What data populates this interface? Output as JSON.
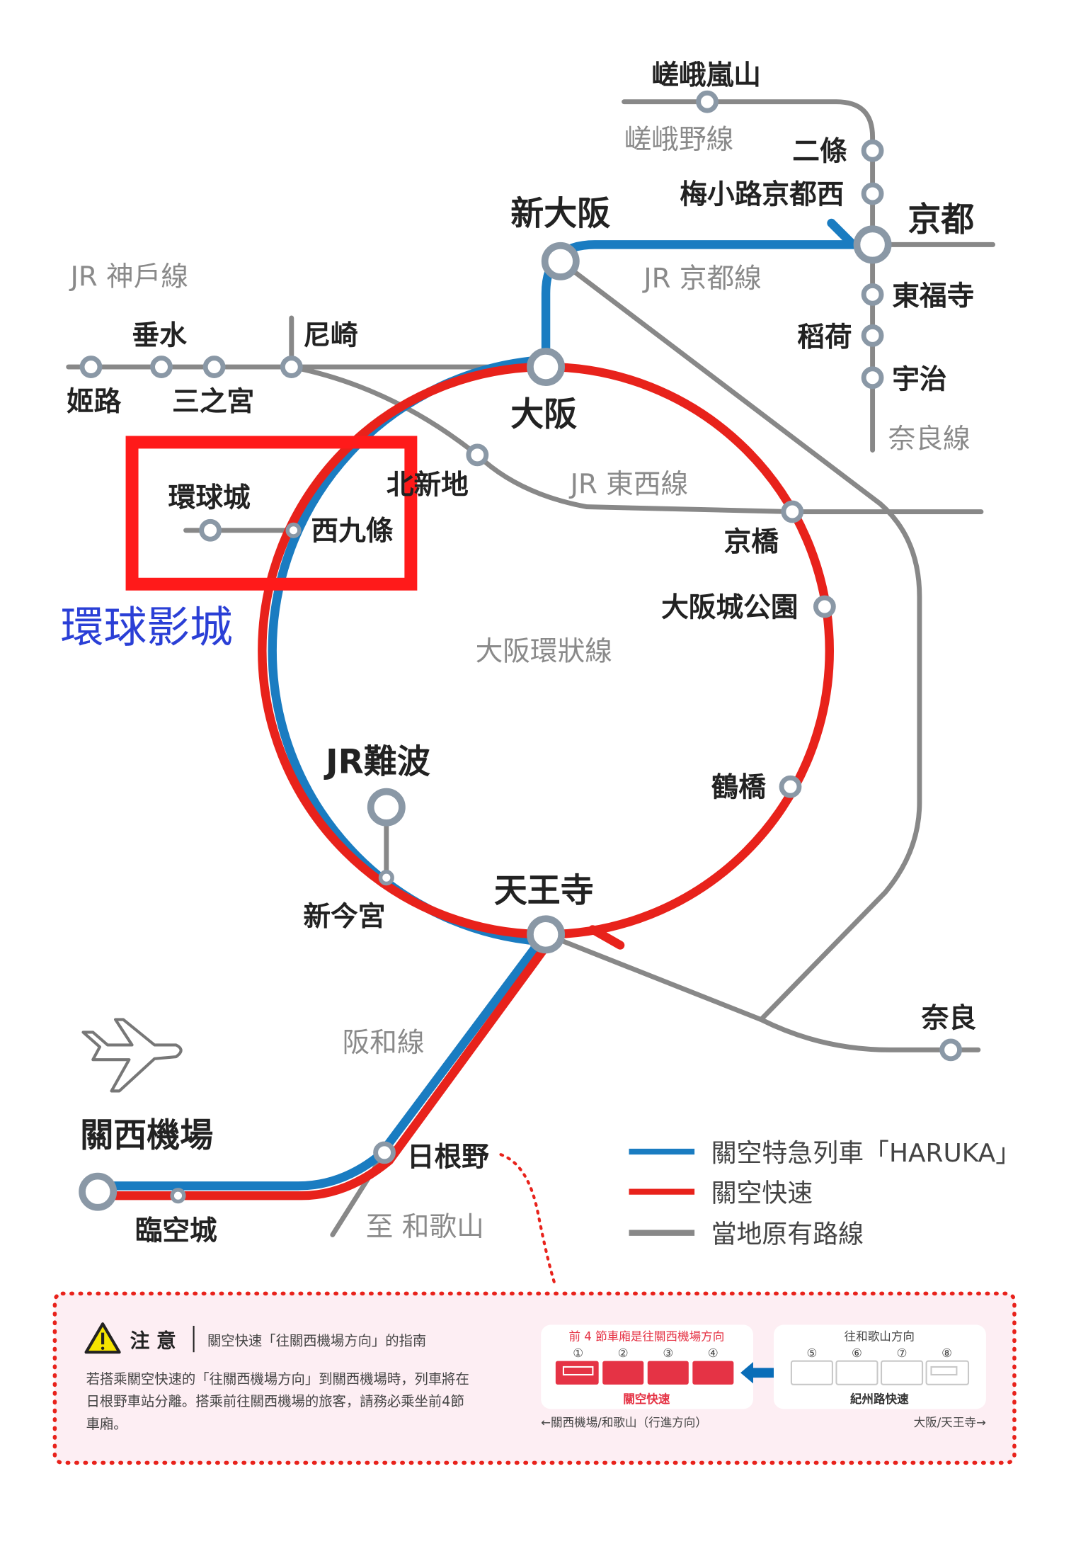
{
  "colors": {
    "haruka": "#1a7cc1",
    "kanku": "#e8221b",
    "local": "#888888",
    "highlight": "#ff1a1a",
    "usj_text": "#2a3fd6",
    "notice_bg": "#fdeef3",
    "car_red": "#e53345"
  },
  "lines": {
    "sagano": "嵯峨野線",
    "kyoto": "JR 京都線",
    "kobe": "JR 神戶線",
    "tozai": "JR 東西線",
    "loop": "大阪環狀線",
    "nara": "奈良線",
    "hanwa": "阪和線",
    "to_wakayama": "至 和歌山"
  },
  "stations": {
    "saga_arashiyama": "嵯峨嵐山",
    "nijo": "二條",
    "umekoji": "梅小路京都西",
    "kyoto": "京都",
    "shin_osaka": "新大阪",
    "tofukuji": "東福寺",
    "inari": "稻荷",
    "uji": "宇治",
    "tarumi": "垂水",
    "amagasaki": "尼崎",
    "himeji": "姬路",
    "sannomiya": "三之宮",
    "osaka": "大阪",
    "kitashinchi": "北新地",
    "universal_city": "環球城",
    "nishikujo": "西九條",
    "kyobashi": "京橋",
    "osakajokoen": "大阪城公園",
    "jr_namba": "JR難波",
    "tsuruhashi": "鶴橋",
    "shin_imamiya": "新今宮",
    "tennoji": "天王寺",
    "nara": "奈良",
    "kansai_airport": "關西機場",
    "hineno": "日根野",
    "rinku_town": "臨空城"
  },
  "annotation": {
    "usj": "環球影城"
  },
  "legend": [
    {
      "label": "關空特急列車「HARUKA」",
      "color": "#1a7cc1"
    },
    {
      "label": "關空快速",
      "color": "#e8221b"
    },
    {
      "label": "當地原有路線",
      "color": "#888888"
    }
  ],
  "notice": {
    "title": "注 意",
    "subtitle": "關空快速「往關西機場方向」的指南",
    "body_lines": [
      "若搭乘關空快速的「往關西機場方向」到關西機場時，列車將在",
      "日根野車站分離。搭乘前往關西機場的旅客，請務必乘坐前4節",
      "車廂。"
    ],
    "front_caption": "前 4 節車廂是往關西機場方向",
    "rear_caption": "往和歌山方向",
    "front_cars": [
      "①",
      "②",
      "③",
      "④"
    ],
    "rear_cars": [
      "⑤",
      "⑥",
      "⑦",
      "⑧"
    ],
    "front_train": "關空快速",
    "rear_train": "紀州路快速",
    "left_direction": "←關西機場/和歌山（行進方向）",
    "right_direction": "大阪/天王寺→"
  }
}
